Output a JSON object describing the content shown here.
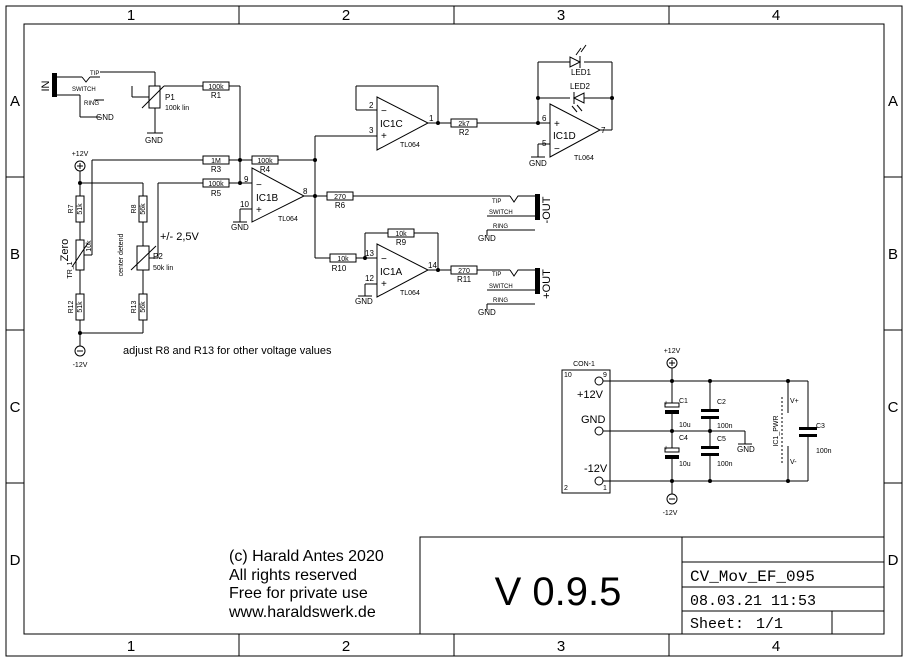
{
  "frame": {
    "columns": [
      "1",
      "2",
      "3",
      "4"
    ],
    "rows": [
      "A",
      "B",
      "C",
      "D"
    ]
  },
  "opamps": {
    "ic1c": "IC1C",
    "ic1d": "IC1D",
    "ic1b": "IC1B",
    "ic1a": "IC1A",
    "type": "TL064"
  },
  "resistors": {
    "r1": {
      "ref": "R1",
      "val": "100k"
    },
    "r2": {
      "ref": "R2",
      "val": "2k7"
    },
    "r3": {
      "ref": "R3",
      "val": "1M"
    },
    "r4": {
      "ref": "R4",
      "val": "100k"
    },
    "r5": {
      "ref": "R5",
      "val": "100k"
    },
    "r6": {
      "ref": "R6",
      "val": "270"
    },
    "r7": {
      "ref": "R7",
      "val": "51k"
    },
    "r8": {
      "ref": "R8",
      "val": "56k"
    },
    "r9": {
      "ref": "R9",
      "val": "10k"
    },
    "r10": {
      "ref": "R10",
      "val": "10k"
    },
    "r11": {
      "ref": "R11",
      "val": "270"
    },
    "r12": {
      "ref": "R12",
      "val": "51k"
    },
    "r13": {
      "ref": "R13",
      "val": "56k"
    }
  },
  "pots": {
    "p1": {
      "ref": "P1",
      "val": "100k lin"
    },
    "p2": {
      "ref": "P2",
      "val": "50k lin",
      "note": "center detend"
    },
    "tr1": {
      "ref": "TR_1",
      "val": "10k",
      "label": "Zero"
    }
  },
  "leds": {
    "led1": "LED1",
    "led2": "LED2"
  },
  "jacks": {
    "in": "IN",
    "out_minus": "-OUT",
    "out_plus": "+OUT",
    "tip": "TIP",
    "switch": "SWITCH",
    "ring": "RING"
  },
  "power": {
    "plus12": "+12V",
    "minus12": "-12V",
    "gnd": "GND",
    "con": "CON-1",
    "ic_pwr": "IC1_PWR",
    "vplus": "V+",
    "vminus": "V-",
    "c1": {
      "ref": "C1",
      "val": "10u"
    },
    "c2": {
      "ref": "C2",
      "val": "100n"
    },
    "c3": {
      "ref": "C3",
      "val": "100n"
    },
    "c4": {
      "ref": "C4",
      "val": "10u"
    },
    "c5": {
      "ref": "C5",
      "val": "100n"
    }
  },
  "pins": {
    "ic1c_in_neg": "2",
    "ic1c_in_pos": "3",
    "ic1c_out": "1",
    "ic1d_in_pos": "6",
    "ic1d_in_neg": "5",
    "ic1d_out": "7",
    "ic1b_in_neg": "9",
    "ic1b_in_pos": "10",
    "ic1b_out": "8",
    "ic1a_in_neg": "13",
    "ic1a_in_pos": "12",
    "ic1a_out": "14",
    "con_10": "10",
    "con_9": "9",
    "con_2": "2",
    "con_1": "1"
  },
  "notes": {
    "range": "+/- 2,5V",
    "adjust": "adjust R8 and R13 for other voltage values"
  },
  "credits": {
    "line1": "(c) Harald Antes 2020",
    "line2": "All rights reserved",
    "line3": "Free for private use",
    "line4": "www.haraldswerk.de"
  },
  "title_block": {
    "version": "V 0.9.5",
    "name": "CV_Mov_EF_095",
    "date": "08.03.21 11:53",
    "sheet_label": "Sheet:",
    "sheet_value": "1/1"
  }
}
